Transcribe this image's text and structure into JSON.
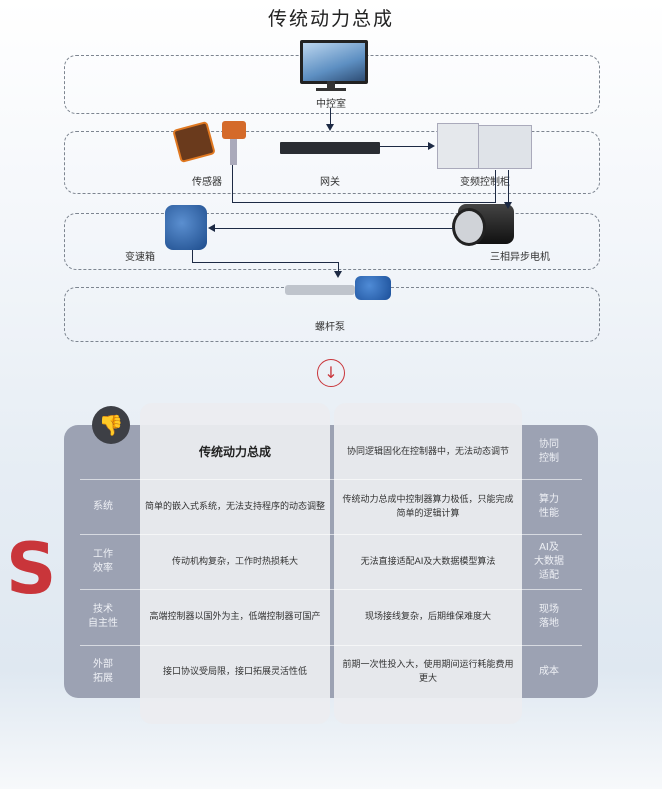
{
  "title": "传统动力总成",
  "diagram": {
    "control_room": "中控室",
    "sensor": "传感器",
    "gateway": "网关",
    "vfd_cabinet": "变频控制柜",
    "gearbox": "变速箱",
    "motor": "三相异步电机",
    "screw_pump": "螺杆泵"
  },
  "table": {
    "header": "传统动力总成",
    "left_rows": [
      {
        "category": "系统",
        "text": "简单的嵌入式系统，无法支持程序的动态调整"
      },
      {
        "category": "工作\n效率",
        "text": "传动机构复杂，工作时热损耗大"
      },
      {
        "category": "技术\n自主性",
        "text": "高端控制器以国外为主，低端控制器可国产"
      },
      {
        "category": "外部\n拓展",
        "text": "接口协议受局限，接口拓展灵活性低"
      }
    ],
    "right_rows": [
      {
        "category": "协同\n控制",
        "text": "协同逻辑固化在控制器中，无法动态调节"
      },
      {
        "category": "算力\n性能",
        "text": "传统动力总成中控制器算力极低，只能完成\n简单的逻辑计算"
      },
      {
        "category": "AI及\n大数据\n适配",
        "text": "无法直接适配AI及大数据模型算法"
      },
      {
        "category": "现场\n落地",
        "text": "现场接线复杂，后期维保难度大"
      },
      {
        "category": "成本",
        "text": "前期一次性投入大，使用期间运行耗能费用\n更大"
      }
    ]
  },
  "side_letter": "S",
  "colors": {
    "accent_red": "#c9353a",
    "panel": "#9ca2b3",
    "line": "#1d2a44"
  }
}
